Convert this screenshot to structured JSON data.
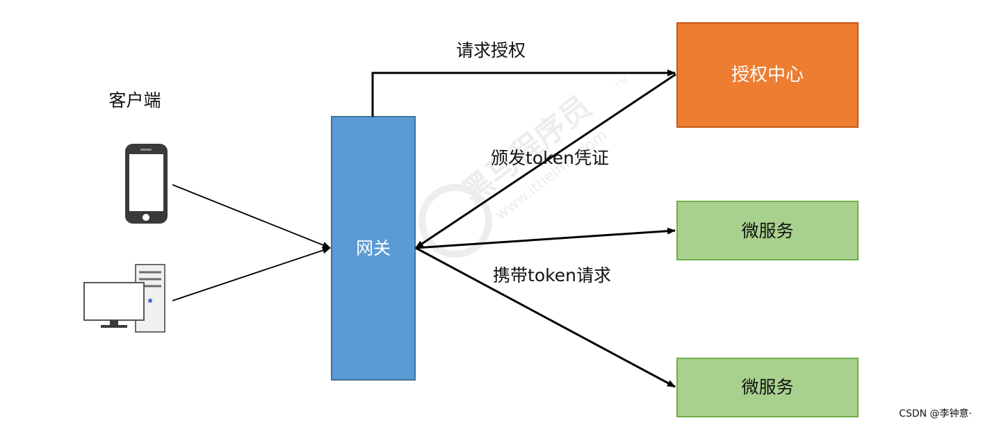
{
  "nodes": {
    "client": {
      "label": "客户端"
    },
    "gateway": {
      "label": "网关"
    },
    "auth_center": {
      "label": "授权中心"
    },
    "microservice_1": {
      "label": "微服务"
    },
    "microservice_2": {
      "label": "微服务"
    }
  },
  "edges": {
    "request_auth": {
      "label": "请求授权"
    },
    "issue_token": {
      "label": "颁发token凭证"
    },
    "carry_token": {
      "label": "携带token请求"
    }
  },
  "icons": {
    "phone": "smartphone-icon",
    "desktop": "desktop-computer-icon"
  },
  "watermark": {
    "brand": "黑马程序员",
    "url": "www.itheima.com",
    "tm": "TM"
  },
  "footer": {
    "credit": "CSDN @李钟意·"
  },
  "colors": {
    "gateway_fill": "#5b9bd5",
    "gateway_stroke": "#41719c",
    "auth_fill": "#ed7d31",
    "auth_stroke": "#c55a11",
    "service_fill": "#a9d18e",
    "service_stroke": "#70ad47",
    "icon_dark": "#3a3a3a"
  }
}
